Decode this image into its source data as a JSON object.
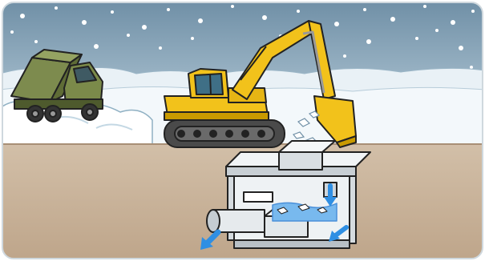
{
  "scene": {
    "colors": {
      "sky": "#8aa6b8",
      "snow": "#eef4f8",
      "snow_shadow": "#c9dbe6",
      "ground": "#c9b49c",
      "ground_dark": "#b59d84",
      "excavator": "#f2c21b",
      "excavator_dark": "#c99a00",
      "cab_glass": "#3f6f86",
      "track": "#444444",
      "truck": "#6f7d45",
      "truck_dark": "#4e5a2d",
      "concrete": "#dfe3e6",
      "concrete_dark": "#9aa2a8",
      "water": "#4aa0e6",
      "outline": "#222222"
    },
    "icons": [
      "snowflakes",
      "dump-truck",
      "excavator",
      "snow-melting-tank",
      "inflow-arrow",
      "outflow-arrow"
    ]
  }
}
